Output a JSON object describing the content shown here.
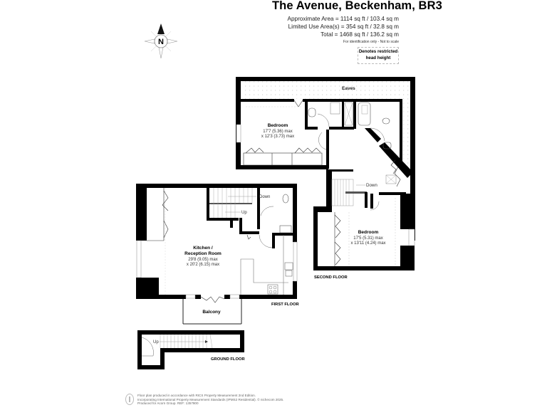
{
  "header": {
    "title": "The Avenue, Beckenham, BR3",
    "areas": [
      "Approximate Area = 1114 sq ft / 103.4 sq m",
      "Limited Use Area(s) = 354 sq ft / 32.8 sq m",
      "Total = 1468 sq ft / 136.2 sq m"
    ],
    "note": "For identification only - Not to scale"
  },
  "compass": {
    "label": "N",
    "icon": "compass-rose-icon"
  },
  "legend": {
    "line1": "Denotes restricted",
    "line2": "head height"
  },
  "floors": {
    "second": {
      "label": "SECOND FLOOR",
      "eaves": "Eaves",
      "bedroom1": {
        "name": "Bedroom",
        "dim1": "17'7 (5.36) max",
        "dim2": "x 12'3 (3.73) max"
      },
      "bedroom2": {
        "name": "Bedroom",
        "dim1": "17'5 (5.31) max",
        "dim2": "x 13'11 (4.24) max"
      },
      "stairs": "Down"
    },
    "first": {
      "label": "FIRST FLOOR",
      "room": {
        "name1": "Kitchen /",
        "name2": "Reception Room",
        "dim1": "29'8 (9.05) max",
        "dim2": "x 20'2 (6.15) max"
      },
      "balcony": "Balcony",
      "stairs_down": "Down",
      "stairs_up": "Up"
    },
    "ground": {
      "label": "GROUND FLOOR",
      "stairs": "Up"
    }
  },
  "footer": {
    "line1": "Floor plan produced in accordance with RICS Property Measurement 2nd Edition.",
    "line2": "Incorporating International Property Measurement Standards (IPMS2 Residential).   © nichecom 2025.",
    "line3": "Produced for Acorn Group.   REF: 1357800"
  }
}
